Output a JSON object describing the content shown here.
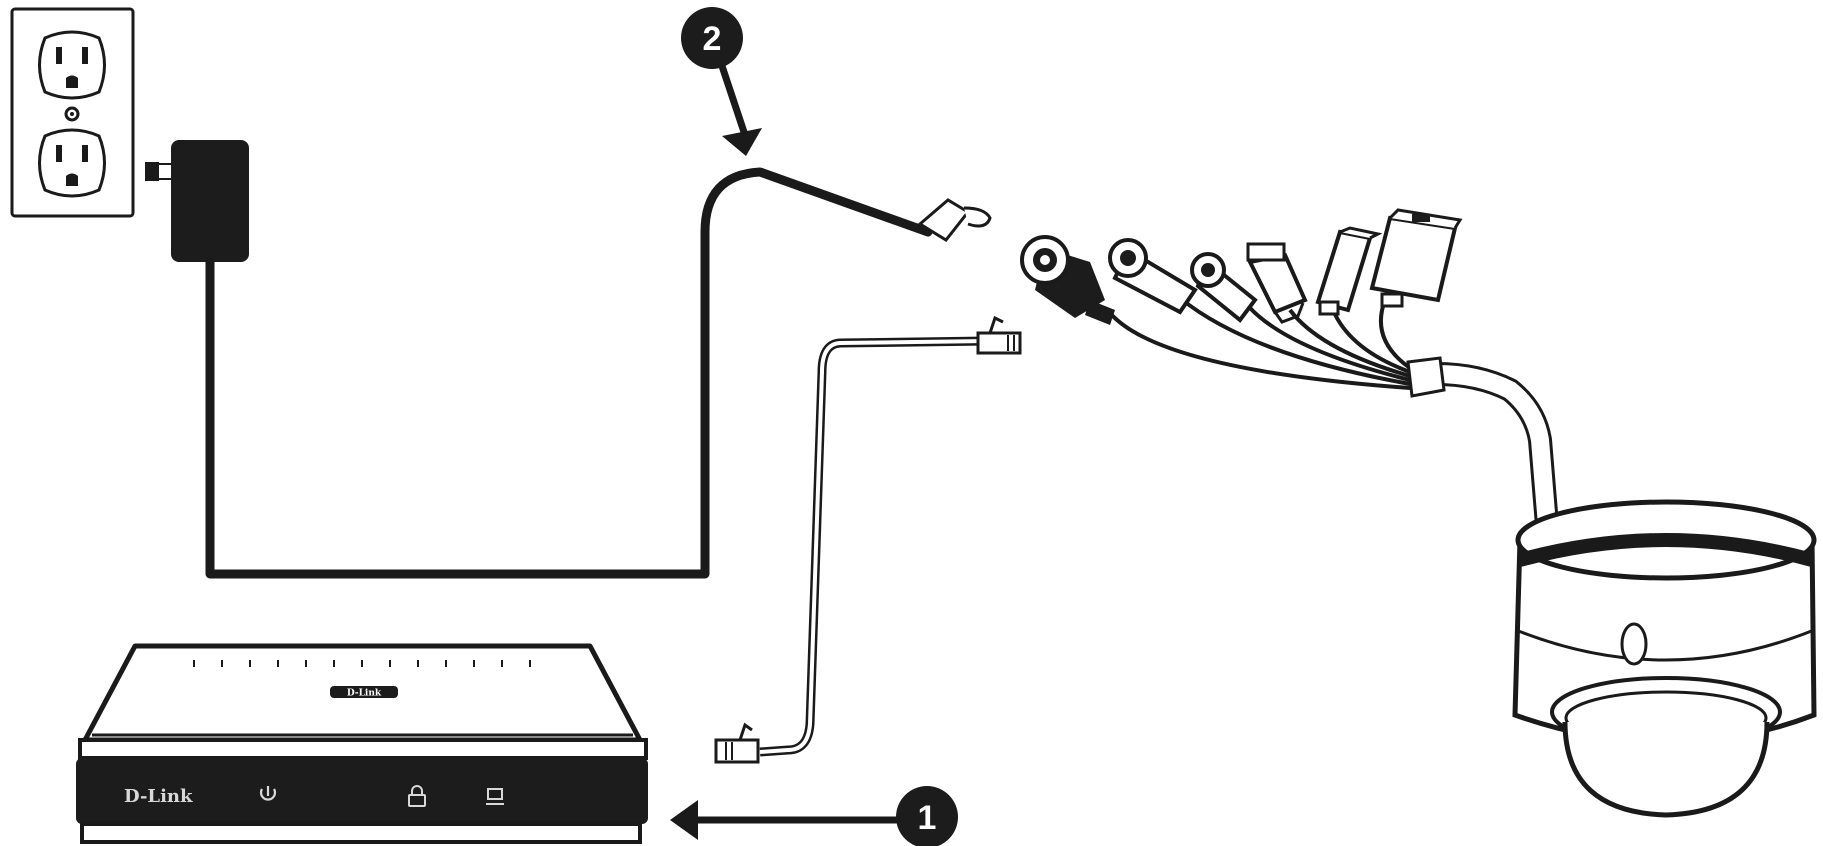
{
  "router": {
    "brand_front": "D-Link",
    "brand_top": "D-Link",
    "power_icon": "power-icon",
    "security_icon": "lock-icon",
    "network_icon": "computer-icon"
  },
  "steps": [
    {
      "number": "1"
    },
    {
      "number": "2"
    }
  ],
  "icons": {
    "outlet": "wall-outlet-icon",
    "adapter": "power-adapter-icon",
    "camera": "dome-camera-icon"
  },
  "colors": {
    "stroke": "#1a1a1a",
    "fill_dark": "#1c1c1c",
    "background": "#ffffff"
  }
}
